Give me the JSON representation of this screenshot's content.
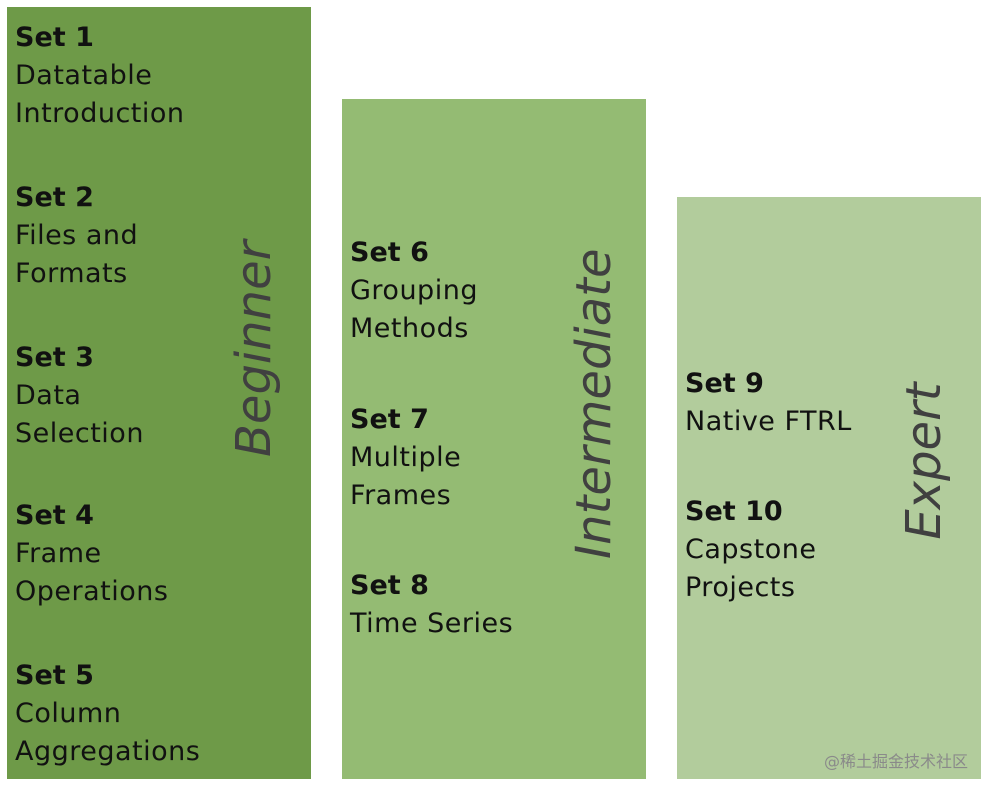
{
  "columns": [
    {
      "level": "Beginner",
      "color": "#6e9a48",
      "sets": [
        {
          "label": "Set 1",
          "title": [
            "Datatable",
            "Introduction"
          ]
        },
        {
          "label": "Set 2",
          "title": [
            "Files and",
            "Formats"
          ]
        },
        {
          "label": "Set 3",
          "title": [
            "Data",
            "Selection"
          ]
        },
        {
          "label": "Set 4",
          "title": [
            "Frame",
            "Operations"
          ]
        },
        {
          "label": "Set 5",
          "title": [
            "Column",
            "Aggregations"
          ]
        }
      ]
    },
    {
      "level": "Intermediate",
      "color": "#94bb73",
      "sets": [
        {
          "label": "Set 6",
          "title": [
            "Grouping",
            "Methods"
          ]
        },
        {
          "label": "Set 7",
          "title": [
            "Multiple",
            "Frames"
          ]
        },
        {
          "label": "Set 8",
          "title": [
            "Time Series"
          ]
        }
      ]
    },
    {
      "level": "Expert",
      "color": "#b2cc9c",
      "sets": [
        {
          "label": "Set 9",
          "title": [
            "Native FTRL"
          ]
        },
        {
          "label": "Set 10",
          "title": [
            "Capstone",
            "Projects"
          ]
        }
      ]
    }
  ],
  "watermark": "@稀土掘金技术社区"
}
